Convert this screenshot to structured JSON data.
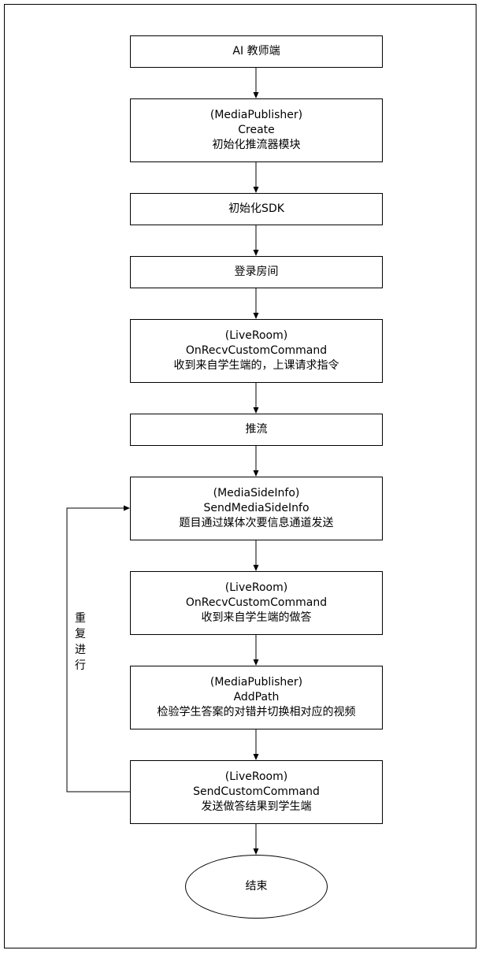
{
  "nodes": {
    "ai_teacher": {
      "lines": [
        "AI 教师端"
      ]
    },
    "create_publisher": {
      "lines": [
        "(MediaPublisher)",
        "Create",
        "初始化推流器模块"
      ]
    },
    "init_sdk": {
      "lines": [
        "初始化SDK"
      ]
    },
    "login_room": {
      "lines": [
        "登录房间"
      ]
    },
    "recv_class_request": {
      "lines": [
        "(LiveRoom)",
        "OnRecvCustomCommand",
        "收到来自学生端的，上课请求指令"
      ]
    },
    "push_stream": {
      "lines": [
        "推流"
      ]
    },
    "send_side_info": {
      "lines": [
        "(MediaSideInfo)",
        "SendMediaSideInfo",
        "题目通过媒体次要信息通道发送"
      ]
    },
    "recv_answer": {
      "lines": [
        "(LiveRoom)",
        "OnRecvCustomCommand",
        "收到来自学生端的做答"
      ]
    },
    "add_path": {
      "lines": [
        "(MediaPublisher)",
        "AddPath",
        "检验学生答案的对错并切换相对应的视频"
      ]
    },
    "send_result": {
      "lines": [
        "(LiveRoom)",
        "SendCustomCommand",
        "发送做答结果到学生端"
      ]
    },
    "end": {
      "lines": [
        "结束"
      ]
    }
  },
  "loop_label": [
    "重",
    "复",
    "进",
    "行"
  ]
}
